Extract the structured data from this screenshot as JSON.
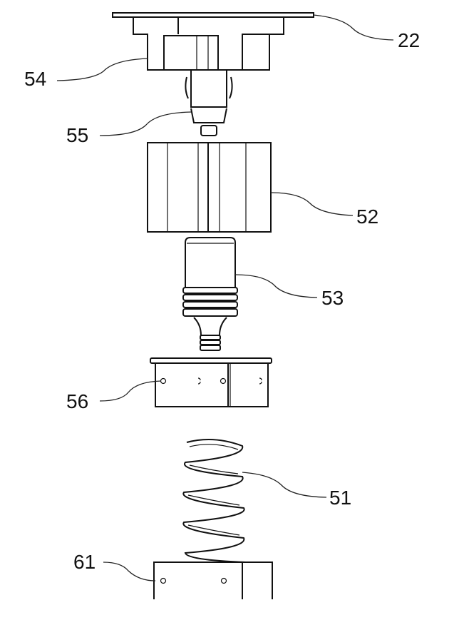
{
  "labels": {
    "l22": "22",
    "l54": "54",
    "l55": "55",
    "l52": "52",
    "l53": "53",
    "l56": "56",
    "l51": "51",
    "l61": "61"
  },
  "colors": {
    "line": "#111111",
    "background": "#ffffff"
  }
}
